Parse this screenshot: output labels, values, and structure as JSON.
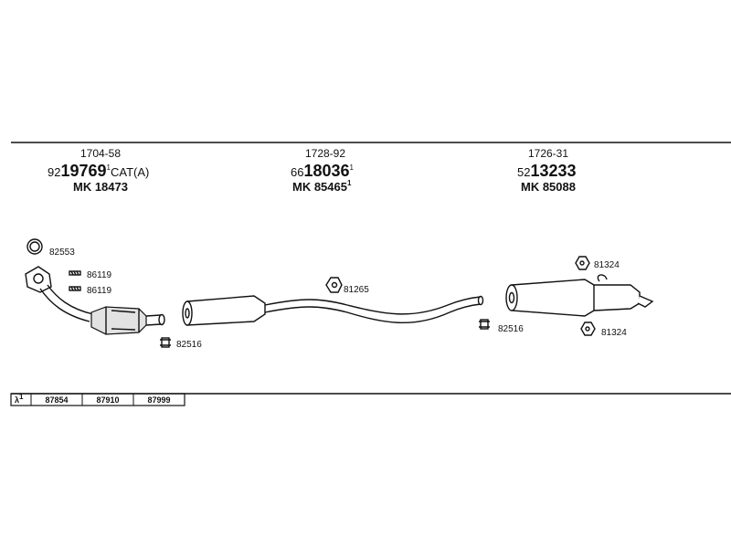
{
  "sections": [
    {
      "ref": "1704-58",
      "part_prefix": "92",
      "part_main": "19769",
      "part_sup": "1",
      "part_suffix": "CAT(A)",
      "mk": "MK 18473"
    },
    {
      "ref": "1728-92",
      "part_prefix": "66",
      "part_main": "18036",
      "part_sup": "1",
      "part_suffix": "",
      "mk": "MK 85465",
      "mk_sup": "1"
    },
    {
      "ref": "1726-31",
      "part_prefix": "52",
      "part_main": "13233",
      "part_suffix": "",
      "mk": "MK 85088"
    }
  ],
  "hardware": {
    "ring_gasket": "82553",
    "bolt_1": "86119",
    "bolt_2": "86119",
    "clamp_front": "82516",
    "hanger_mid": "81265",
    "clamp_rear": "82516",
    "hanger_rear_top": "81324",
    "hanger_rear_bottom": "81324"
  },
  "lambda_table": {
    "symbol": "λ",
    "symbol_sup": "1",
    "values": [
      "87854",
      "87910",
      "87999"
    ]
  }
}
